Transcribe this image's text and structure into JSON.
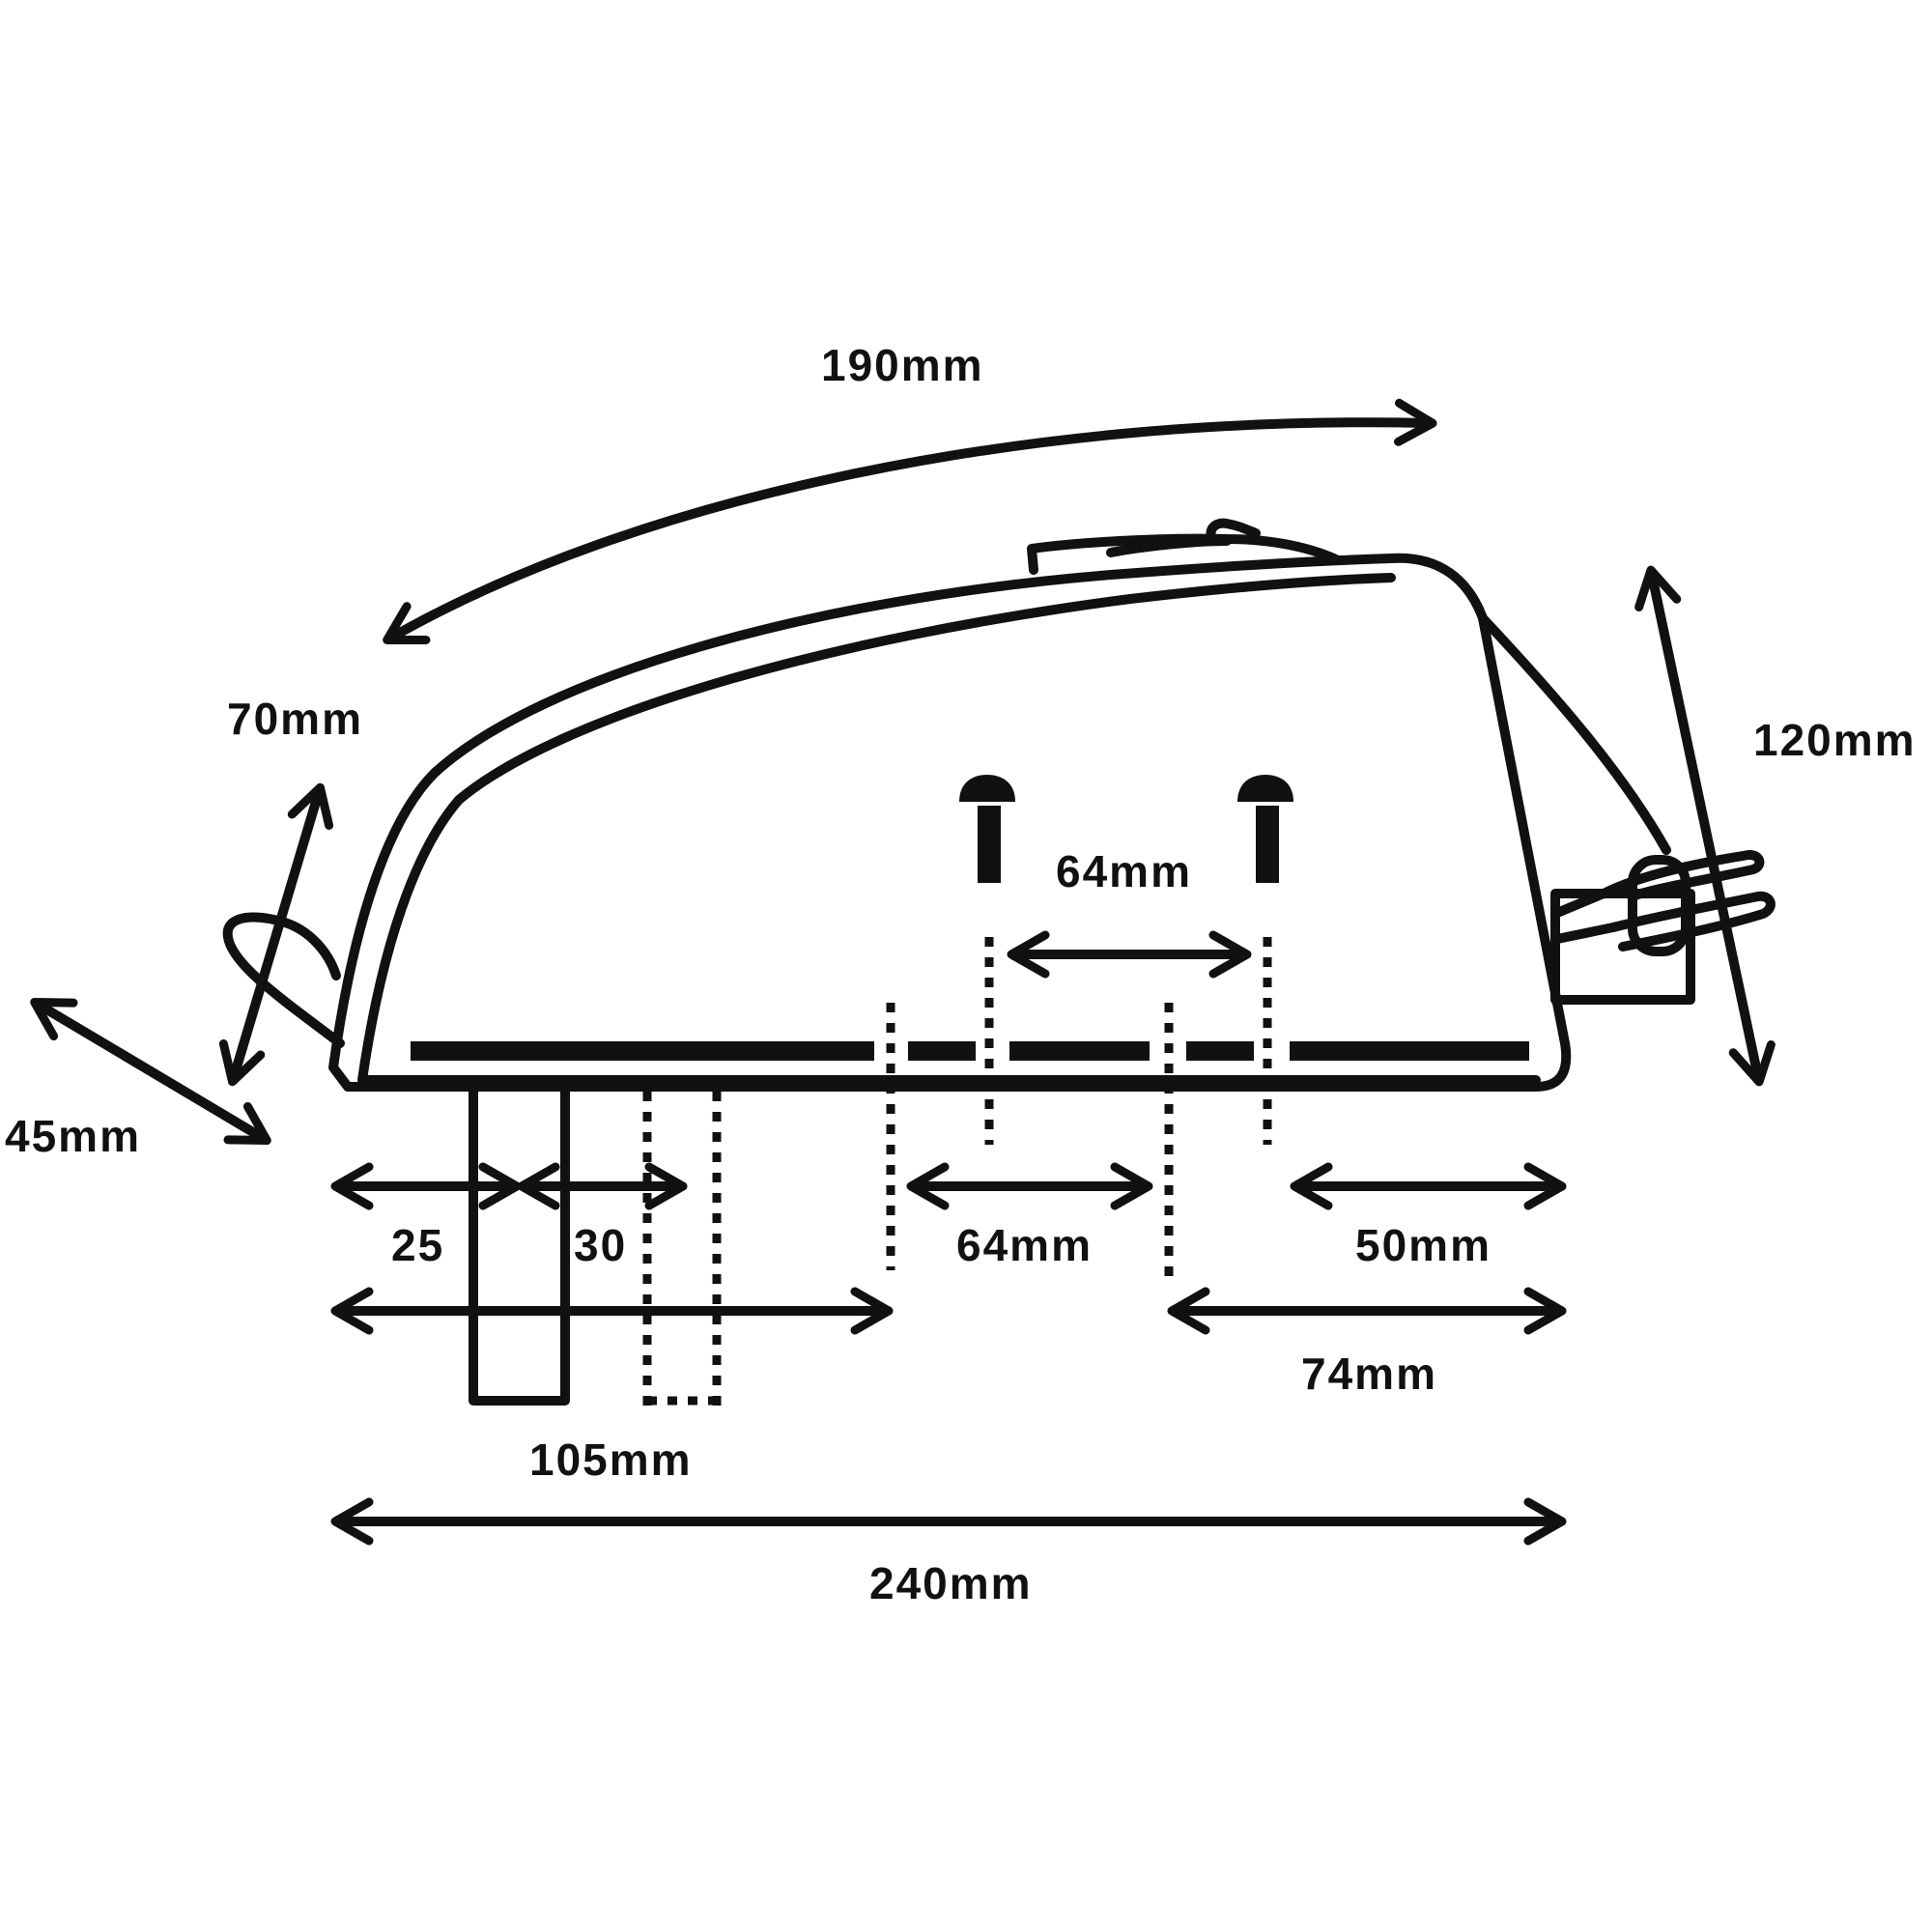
{
  "dimensions": {
    "top_length": "190mm",
    "front_height": "70mm",
    "front_width": "45mm",
    "rear_height": "120mm",
    "bolt_spacing": "64mm",
    "strap_offset": "25",
    "strap_width": "30",
    "mid_span": "64mm",
    "rear_span": "50mm",
    "front_span": "105mm",
    "rear_long_span": "74mm",
    "overall_length": "240mm"
  },
  "colors": {
    "line": "#111111",
    "background": "#ffffff"
  }
}
